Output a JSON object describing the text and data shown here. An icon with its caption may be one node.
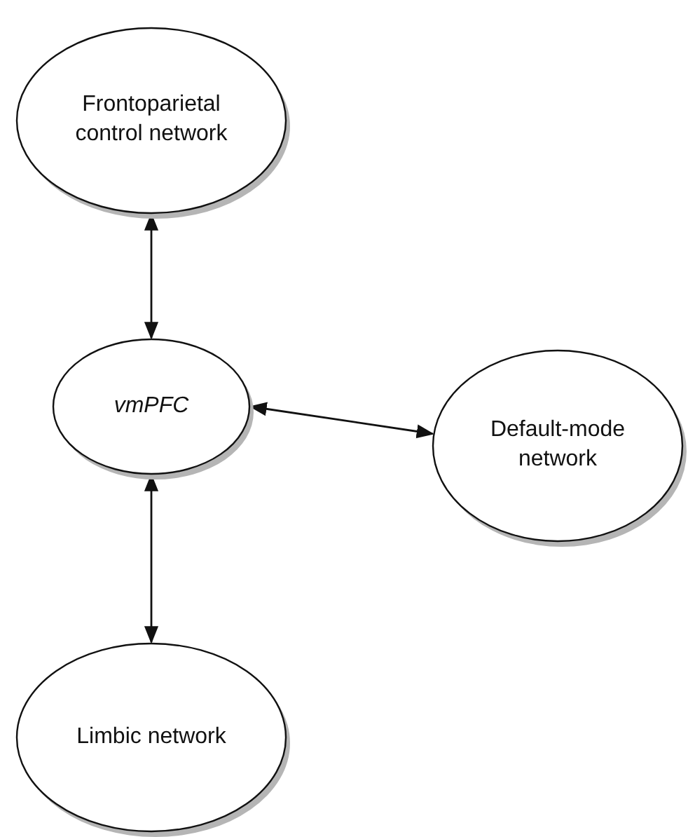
{
  "diagram": {
    "nodes": [
      {
        "text": [
          "Frontoparietal control network"
        ]
      },
      {
        "text": [
          "vmPFC"
        ]
      },
      {
        "text": [
          "Default-mode network"
        ]
      },
      {
        "text": [
          "Limbic network"
        ]
      }
    ],
    "edges": [
      {
        "from": 1,
        "to": 0,
        "arrow": "both"
      },
      {
        "from": 1,
        "to": 2,
        "arrow": "both"
      },
      {
        "from": 1,
        "to": 3,
        "arrow": "both"
      }
    ]
  }
}
